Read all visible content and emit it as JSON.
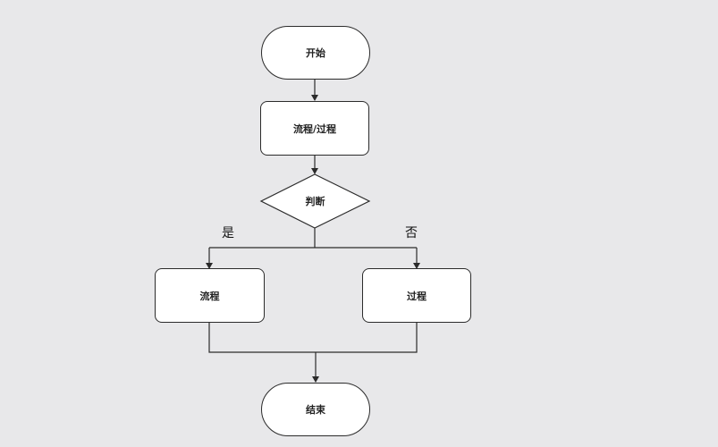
{
  "diagram": {
    "nodes": {
      "start": "开始",
      "process_main": "流程/过程",
      "decision": "判断",
      "process_yes": "流程",
      "process_no": "过程",
      "end": "结束"
    },
    "branches": {
      "yes": "是",
      "no": "否"
    }
  }
}
